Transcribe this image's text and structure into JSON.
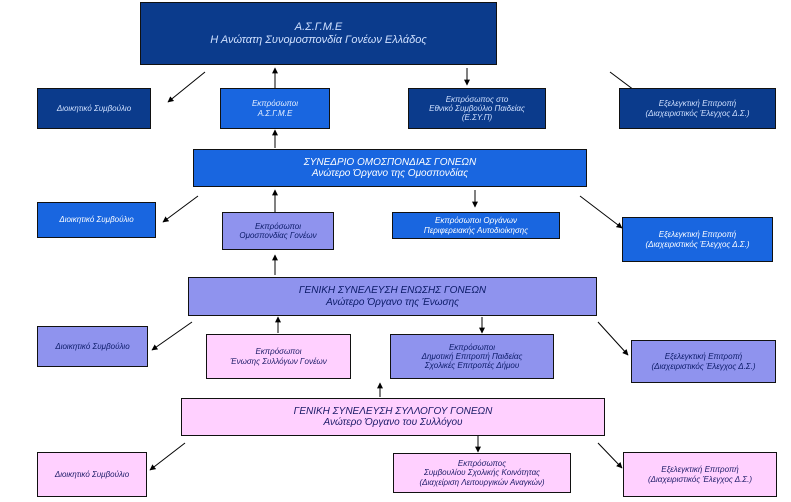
{
  "level1": {
    "top": {
      "line1": "Α.Σ.Γ.Μ.Ε",
      "line2": "Η Ανώτατη Συνομοσπονδία Γονέων Ελλάδος"
    },
    "board": "Διοικητικό Συμβούλιο",
    "reps": {
      "line1": "Εκπρόσωποι",
      "line2": "Α.Σ.Γ.Μ.Ε"
    },
    "national": {
      "line1": "Εκπρόσωπος στο",
      "line2": "Εθνικό Συμβούλιο Παιδείας",
      "line3": "(Ε.ΣΥ.Π)"
    },
    "audit": {
      "line1": "Εξελεγκτική Επιτροπή",
      "line2": "(Διαχειριστικός Έλεγχος Δ.Σ.)"
    }
  },
  "level2": {
    "top": {
      "line1": "ΣΥΝΕΔΡΙΟ ΟΜΟΣΠΟΝΔΙΑΣ ΓΟΝΕΩΝ",
      "line2": "Ανώτερο Όργανο της  Ομοσπονδίας"
    },
    "board": "Διοικητικό Συμβούλιο",
    "reps": {
      "line1": "Εκπρόσωποι",
      "line2": "Ομοσπονδίας Γονέων"
    },
    "regional": {
      "line1": "Εκπρόσωποι Οργάνων",
      "line2": "Περιφερειακής Αυτοδιοίκησης"
    },
    "audit": {
      "line1": "Εξελεγκτική Επιτροπή",
      "line2": "(Διαχειριστικός Έλεγχος Δ.Σ.)"
    }
  },
  "level3": {
    "top": {
      "line1": "ΓΕΝΙΚΗ ΣΥΝΕΛΕΥΣΗ ΕΝΩΣΗΣ ΓΟΝΕΩΝ",
      "line2": "Ανώτερο Όργανο της Ένωσης"
    },
    "board": "Διοικητικό Συμβούλιο",
    "reps": {
      "line1": "Εκπρόσωποι",
      "line2": "Ένωσης Συλλόγων Γονέων"
    },
    "municipal": {
      "line1": "Εκπρόσωποι",
      "line2": "Δημοτική Επιτροπή Παιδείας",
      "line3": "Σχολικές Επιτροπές Δήμου"
    },
    "audit": {
      "line1": "Εξελεγκτική Επιτροπή",
      "line2": "(Διαχειριστικός Έλεγχος Δ.Σ.)"
    }
  },
  "level4": {
    "top": {
      "line1": "ΓΕΝΙΚΗ ΣΥΝΕΛΕΥΣΗ ΣΥΛΛΟΓΟΥ ΓΟΝΕΩΝ",
      "line2": "Ανώτερο Όργανο του Συλλόγου"
    },
    "board": "Διοικητικό Συμβούλιο",
    "council": {
      "line1": "Εκπρόσωπος",
      "line2": "Συμβουλίου Σχολικής Κοινότητας",
      "line3": "(Διαχείριση Λειτουργικών Αναγκών)"
    },
    "audit": {
      "line1": "Εξελεγκτική Επιτροπή",
      "line2": "(Διαχειριστικός Έλεγχος Δ.Σ.)"
    }
  }
}
